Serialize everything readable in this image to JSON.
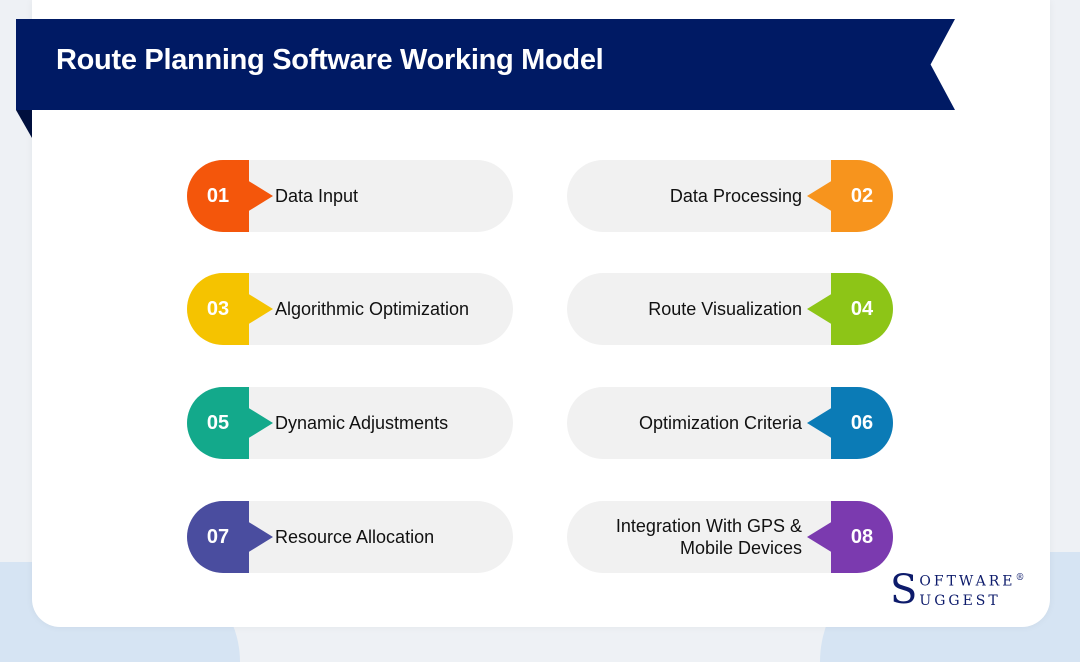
{
  "title": "Route Planning Software Working Model",
  "steps": [
    {
      "num": "01",
      "label": "Data Input",
      "color": "#f4560b"
    },
    {
      "num": "02",
      "label": "Data Processing",
      "color": "#f7941d"
    },
    {
      "num": "03",
      "label": "Algorithmic Optimization",
      "color": "#f5c300"
    },
    {
      "num": "04",
      "label": "Route Visualization",
      "color": "#8dc517"
    },
    {
      "num": "05",
      "label": "Dynamic Adjustments",
      "color": "#13a98b"
    },
    {
      "num": "06",
      "label": "Optimization Criteria",
      "color": "#0b7bb6"
    },
    {
      "num": "07",
      "label": "Resource Allocation",
      "color": "#4a4d9f"
    },
    {
      "num": "08",
      "label": "Integration With GPS & Mobile Devices",
      "color": "#7b3aaf"
    }
  ],
  "logo": {
    "line1": "SOFTWARE®",
    "line2": "SUGGEST"
  }
}
